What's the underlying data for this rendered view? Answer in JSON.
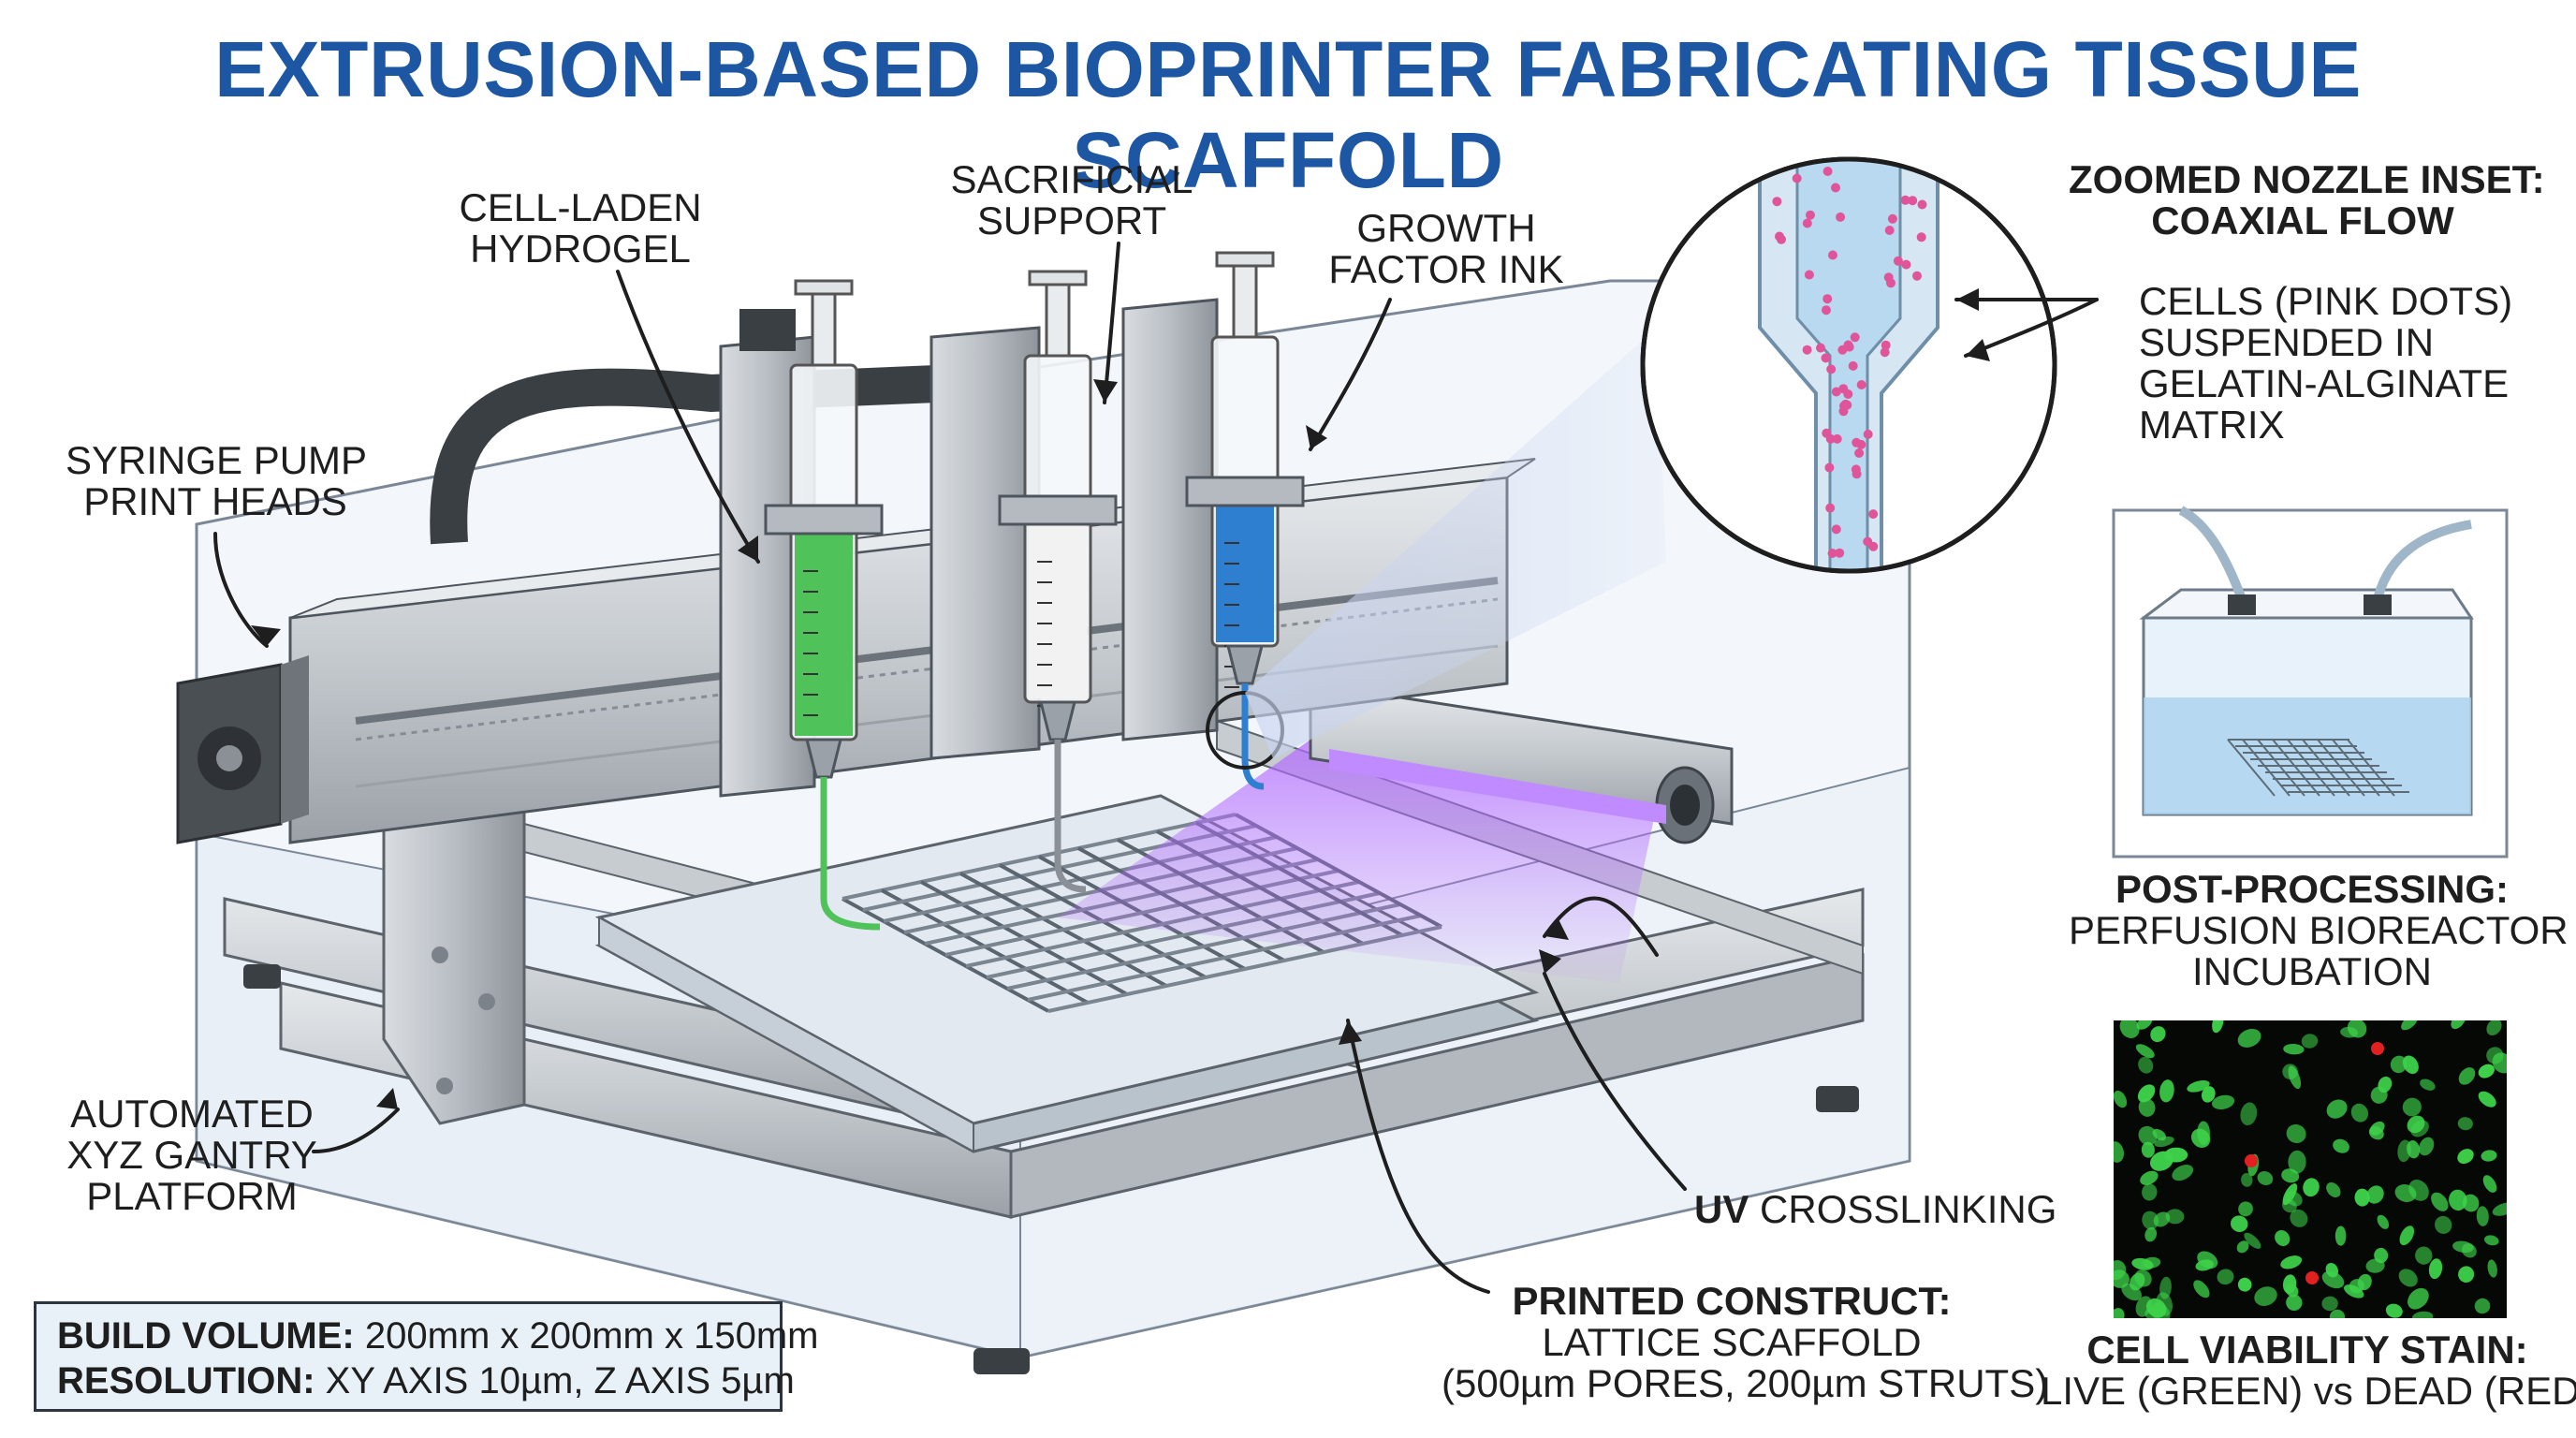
{
  "title": "EXTRUSION-BASED BIOPRINTER FABRICATING TISSUE SCAFFOLD",
  "labels": {
    "syringe_pump": [
      "SYRINGE PUMP",
      "PRINT HEADS"
    ],
    "cell_laden": [
      "CELL-LADEN",
      "HYDROGEL"
    ],
    "sacrificial": [
      "SACRIFICIAL",
      "SUPPORT"
    ],
    "growth_factor": [
      "GROWTH",
      "FACTOR INK"
    ],
    "gantry": [
      "AUTOMATED",
      "XYZ GANTRY",
      "PLATFORM"
    ],
    "uv_bold": "UV",
    "uv_rest": " CROSSLINKING",
    "construct_heading": "PRINTED CONSTRUCT:",
    "construct_lines": [
      "LATTICE SCAFFOLD",
      "(500µm PORES, 200µm STRUTS)"
    ],
    "zoom_heading": [
      "ZOOMED NOZZLE INSET:",
      "COAXIAL FLOW"
    ],
    "cells_note": [
      "CELLS (PINK DOTS)",
      "SUSPENDED IN",
      "GELATIN-ALGINATE",
      "MATRIX"
    ],
    "post_heading": "POST-PROCESSING:",
    "post_lines": [
      "PERFUSION BIOREACTOR",
      "INCUBATION"
    ],
    "viability_heading": "CELL VIABILITY STAIN:",
    "viability_line": "LIVE (GREEN) vs DEAD (RED)"
  },
  "specs": {
    "build_label": "BUILD VOLUME:",
    "build_value": " 200mm x 200mm x 150mm",
    "resolution_label": "RESOLUTION:",
    "resolution_value": " XY AXIS 10µm, Z AXIS 5µm"
  },
  "colors": {
    "title": "#1d57a3",
    "hydrogel_green": "#4fc25a",
    "support_white": "#f2f2f2",
    "growth_blue": "#2f7fd0",
    "uv_purple": "#b36bff",
    "cells_pink": "#e0559a",
    "live_green": "#3ed24a",
    "dead_red": "#e32020"
  },
  "icons": {
    "zoom": "magnifier-circle-icon",
    "arrow": "pointer-arrow-icon"
  }
}
